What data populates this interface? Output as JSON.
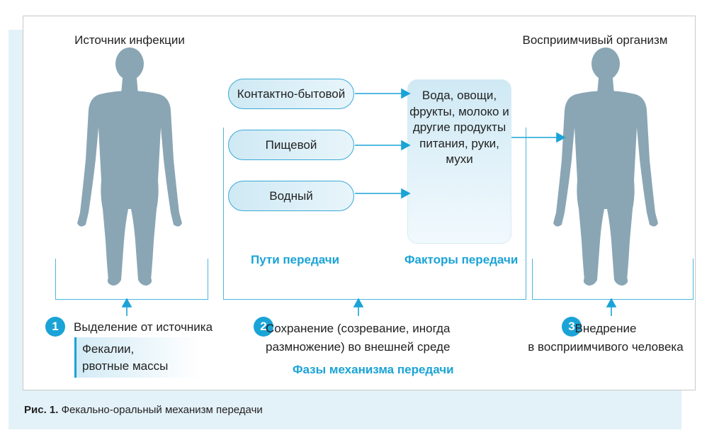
{
  "colors": {
    "accent": "#1aa3d6",
    "figure": "#8aa6b5",
    "background_band": "#e3f1f8"
  },
  "source": {
    "title": "Источник инфекции",
    "icon": "human-figure"
  },
  "recipient": {
    "title": "Восприимчивый организм",
    "icon": "human-figure"
  },
  "routes": {
    "items": [
      {
        "label": "Контактно-бытовой"
      },
      {
        "label": "Пищевой"
      },
      {
        "label": "Водный"
      }
    ],
    "heading": "Пути передачи"
  },
  "factors": {
    "text": "Вода, овощи, фрукты, молоко и другие продукты питания, руки, мухи",
    "heading": "Факторы передачи"
  },
  "phases": {
    "heading": "Фазы механизма передачи",
    "items": [
      {
        "number": "1",
        "text": "Выделение от источника",
        "note": "Фекалии,\nрвотные массы"
      },
      {
        "number": "2",
        "text": "Сохранение (созревание, иногда\nразмножение) во внешней среде"
      },
      {
        "number": "3",
        "text": "Внедрение\nв восприимчивого человека"
      }
    ]
  },
  "caption": {
    "label": "Рис. 1.",
    "text": " Фекально-оральный механизм передачи"
  }
}
